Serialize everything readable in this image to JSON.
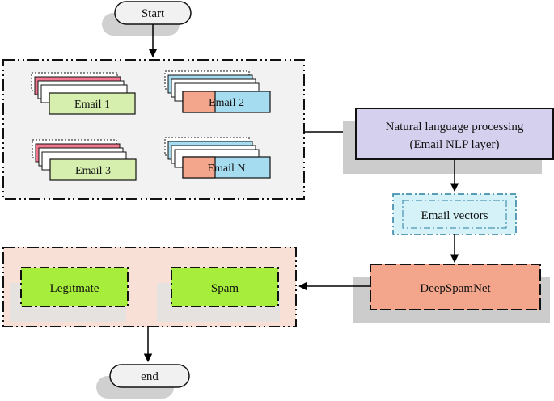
{
  "nodes": {
    "start": "Start",
    "end": "end",
    "email1": "Email 1",
    "email2": "Email 2",
    "email3": "Email 3",
    "emailN": "Email N",
    "nlp_line1": "Natural language processing",
    "nlp_line2": "(Email NLP layer)",
    "vectors": "Email vectors",
    "deepspamnet": "DeepSpamNet",
    "legitimate": "Legitmate",
    "spam": "Spam"
  },
  "colors": {
    "pink": "#f2788f",
    "green": "#d6efaf",
    "blue": "#a6dcf0",
    "orange": "#f4a68c",
    "lightblue": "#d4f2f8",
    "nlp": "#d4d0ee",
    "result_panel": "#f8e0d6",
    "lime": "#a7ed3c",
    "shadow": "#cbcbcb"
  }
}
